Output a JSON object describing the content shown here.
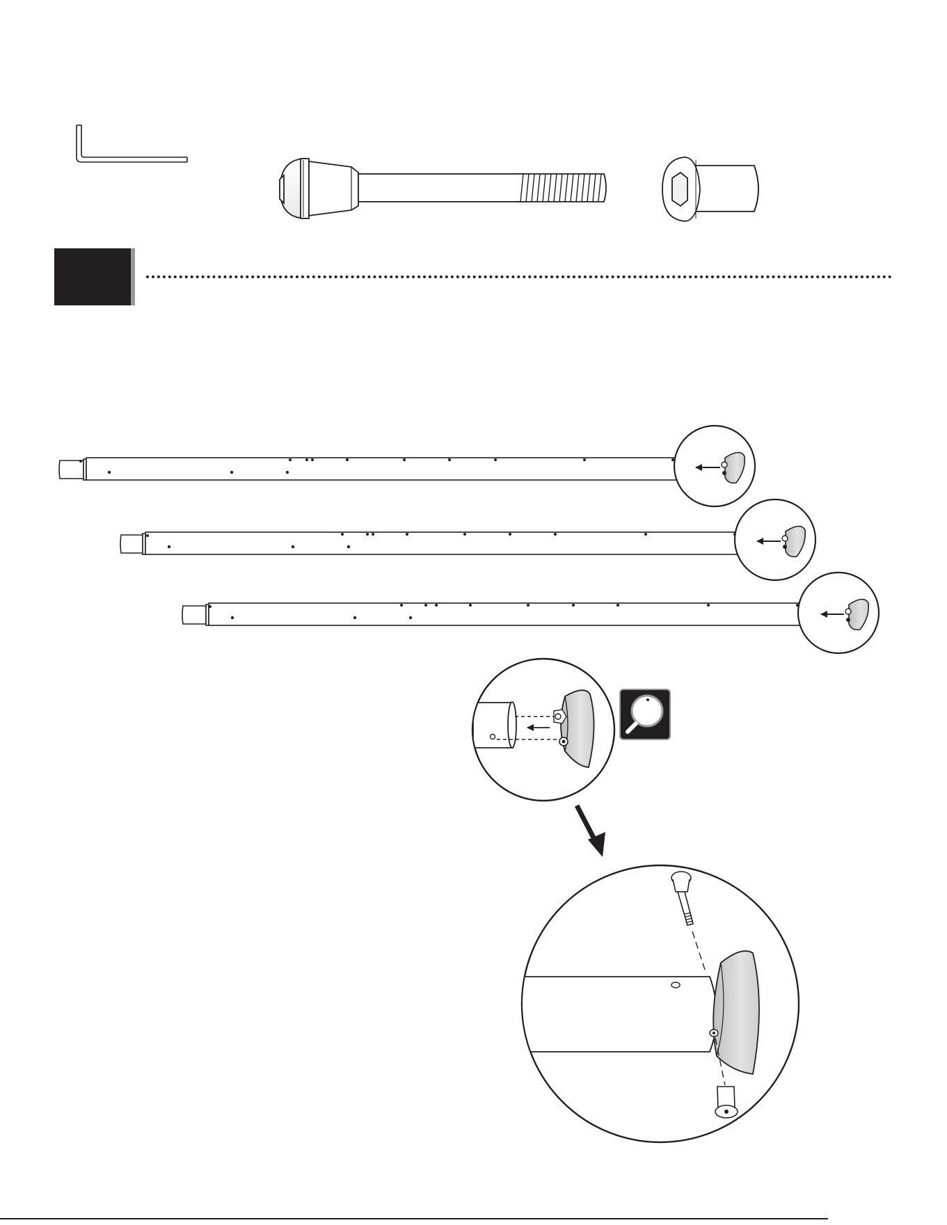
{
  "page": {
    "step_number": "",
    "page_number": ""
  },
  "hardware": {
    "items": [
      {
        "name": "hex-key",
        "icon": "allen-wrench-icon"
      },
      {
        "name": "long-bolt",
        "icon": "bolt-icon"
      },
      {
        "name": "barrel-nut",
        "icon": "barrel-nut-icon"
      }
    ]
  },
  "poles": [
    {
      "name": "pole-1"
    },
    {
      "name": "pole-2"
    },
    {
      "name": "pole-3"
    }
  ],
  "details": {
    "zoom_icon": "magnifier-icon",
    "arrow_icon": "arrow-down-right-icon"
  },
  "colors": {
    "ink": "#231f20",
    "cap_fill": "#d9d9d9",
    "accent_gray": "#9a9a9a"
  }
}
